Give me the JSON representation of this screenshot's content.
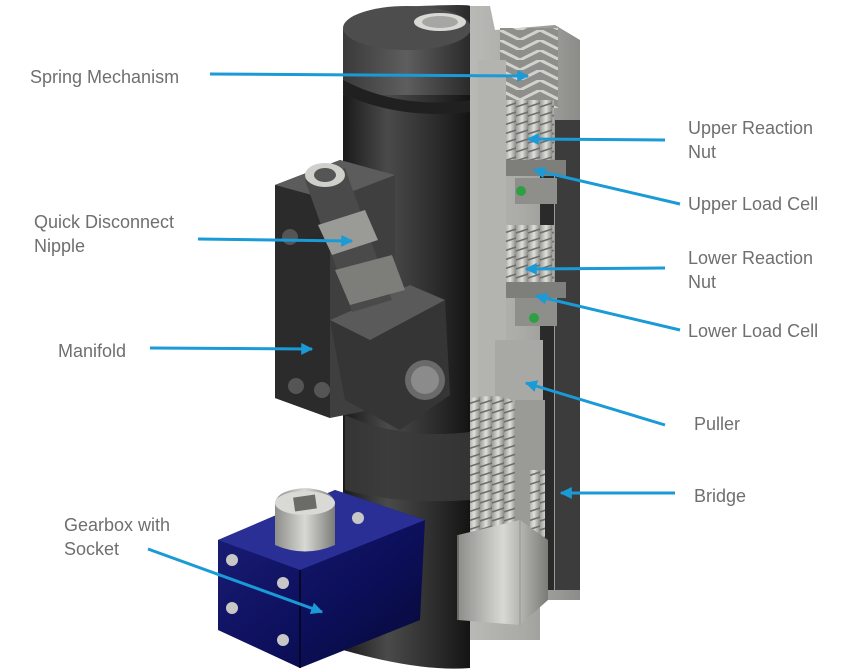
{
  "diagram": {
    "colors": {
      "leader": "#1a9ad6",
      "label": "#6f6f6f"
    },
    "labels": {
      "spring_mechanism": [
        "Spring Mechanism"
      ],
      "quick_disconnect_nipple": [
        "Quick Disconnect",
        "Nipple"
      ],
      "manifold": [
        "Manifold"
      ],
      "gearbox_with_socket": [
        "Gearbox with",
        "Socket"
      ],
      "upper_reaction_nut": [
        "Upper Reaction",
        "Nut"
      ],
      "upper_load_cell": [
        "Upper Load Cell"
      ],
      "lower_reaction_nut": [
        "Lower Reaction",
        "Nut"
      ],
      "lower_load_cell": [
        "Lower Load Cell"
      ],
      "puller": [
        "Puller"
      ],
      "bridge": [
        "Bridge"
      ]
    }
  }
}
